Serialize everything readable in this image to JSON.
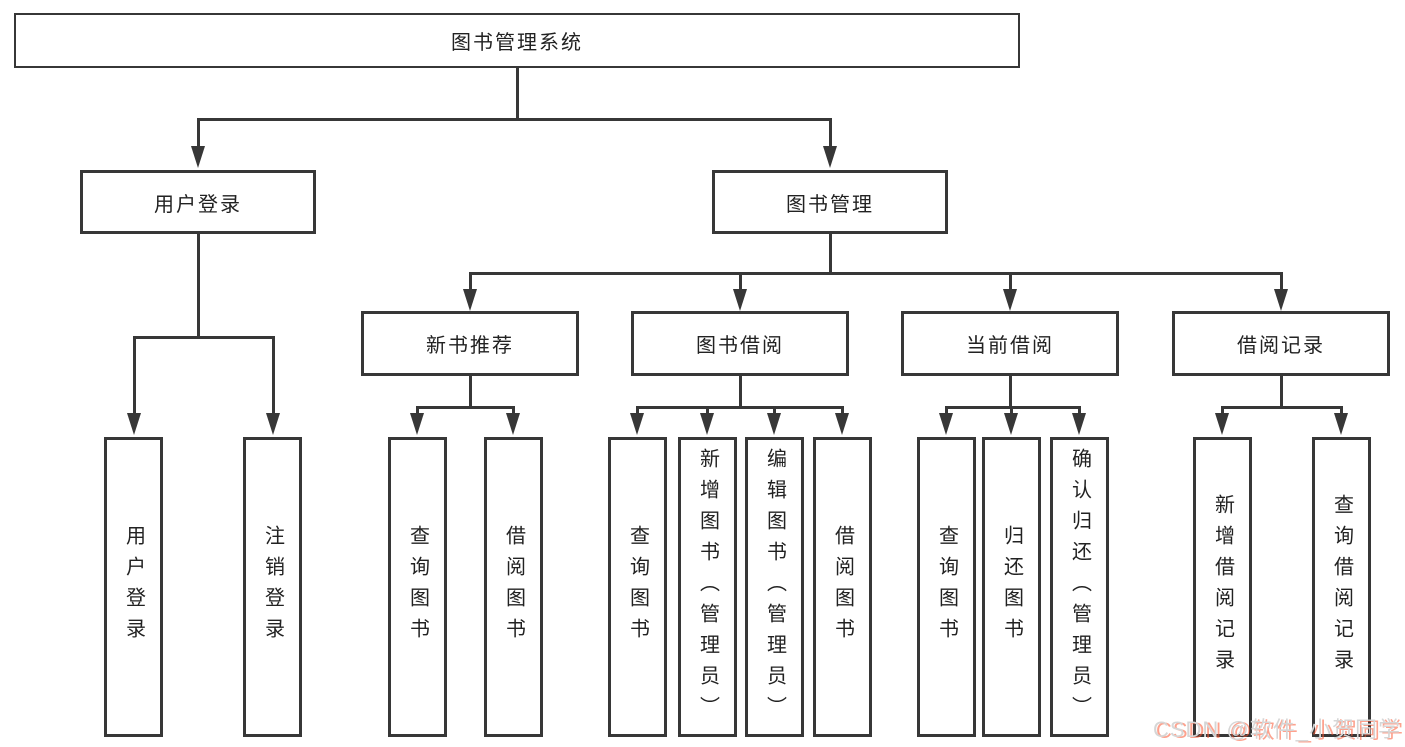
{
  "tree": {
    "label": "图书管理系统",
    "children": [
      {
        "label": "用户登录",
        "children": [
          {
            "label": "用户登录"
          },
          {
            "label": "注销登录"
          }
        ]
      },
      {
        "label": "图书管理",
        "children": [
          {
            "label": "新书推荐",
            "children": [
              {
                "label": "查询图书"
              },
              {
                "label": "借阅图书"
              }
            ]
          },
          {
            "label": "图书借阅",
            "children": [
              {
                "label": "查询图书"
              },
              {
                "label": "新增图书（管理员）"
              },
              {
                "label": "编辑图书（管理员）"
              },
              {
                "label": "借阅图书"
              }
            ]
          },
          {
            "label": "当前借阅",
            "children": [
              {
                "label": "查询图书"
              },
              {
                "label": "归还图书"
              },
              {
                "label": "确认归还（管理员）"
              }
            ]
          },
          {
            "label": "借阅记录",
            "children": [
              {
                "label": "新增借阅记录"
              },
              {
                "label": "查询借阅记录"
              }
            ]
          }
        ]
      }
    ]
  },
  "watermark": {
    "text": "CSDN @软件_小贺同学"
  },
  "colors": {
    "line": "#373737",
    "text": "#222222",
    "background": "#ffffff",
    "watermark_text": "#d6d6d6",
    "watermark_accent": "#fc5531"
  }
}
